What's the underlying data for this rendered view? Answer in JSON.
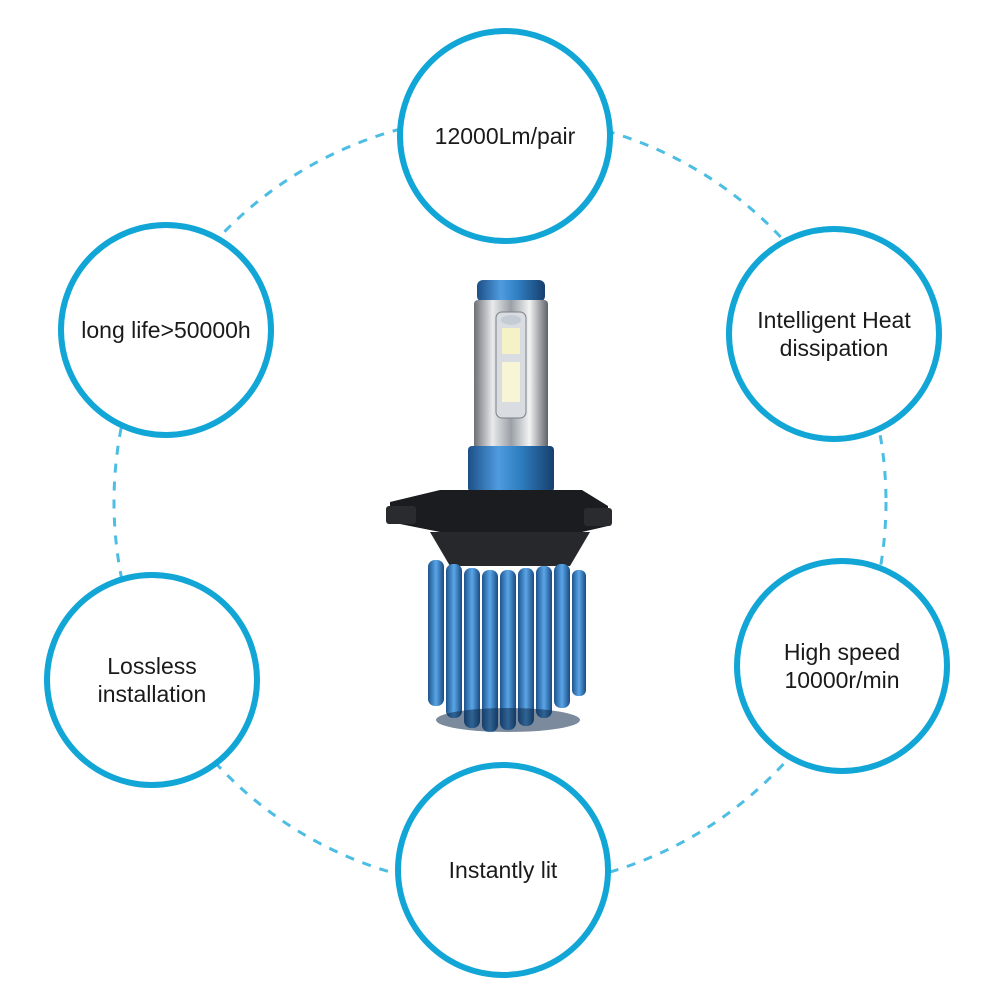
{
  "colors": {
    "accent": "#12a6d6",
    "ring": "#4cbde3",
    "heatsink": "#2f7fc2"
  },
  "features": {
    "top": "12000Lm/pair",
    "left": "long life>50000h",
    "right": "Intelligent Heat\ndissipation",
    "bottom_left": "Lossless\ninstallation",
    "bottom_right": "High speed\n10000r/min",
    "bottom": "Instantly lit"
  }
}
